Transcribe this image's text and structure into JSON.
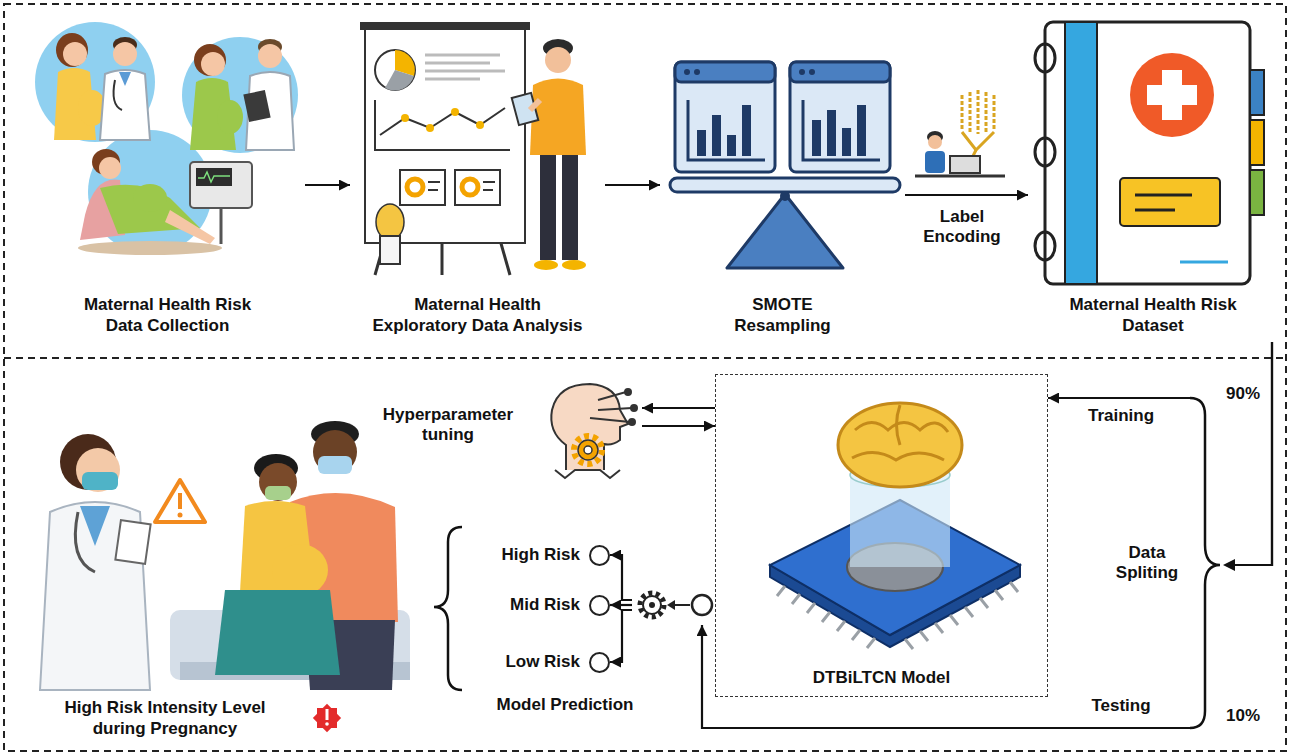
{
  "diagram": {
    "nodes": [
      {
        "text": [
          "Maternal Health Risk Data Collection"
        ]
      },
      {
        "text": [
          "Maternal Health Exploratory Data Analysis"
        ]
      },
      {
        "text": [
          "SMOTE Resampling"
        ]
      },
      {
        "text": [
          "Maternal Health Risk Dataset"
        ]
      },
      {
        "text": [
          "DTBiLTCN Model"
        ]
      },
      {
        "text": [
          "Hyperparameter tuning"
        ]
      },
      {
        "text": [
          "Model Prediction"
        ]
      },
      {
        "text": [
          "High Risk"
        ]
      },
      {
        "text": [
          "Mid Risk"
        ]
      },
      {
        "text": [
          "Low Risk"
        ]
      },
      {
        "text": [
          "High Risk Intensity Level during Pregnancy"
        ]
      }
    ],
    "edges": [
      {
        "from": 0,
        "to": 1,
        "arrow": "to"
      },
      {
        "from": 1,
        "to": 2,
        "arrow": "to"
      },
      {
        "from": 2,
        "to": 3,
        "arrow": "to",
        "label": "Label Encoding"
      },
      {
        "from": 3,
        "to": 4,
        "arrow": "to",
        "label": "Training"
      },
      {
        "from": 3,
        "to": 6,
        "arrow": "to",
        "label": "Testing"
      },
      {
        "from": 4,
        "to": 5,
        "arrow": "to"
      },
      {
        "from": 5,
        "to": 4,
        "arrow": "to"
      },
      {
        "from": 6,
        "to": 7,
        "arrow": "to"
      },
      {
        "from": 6,
        "to": 8,
        "arrow": "to"
      },
      {
        "from": 6,
        "to": 9,
        "arrow": "to"
      }
    ],
    "labels": [
      "Data Spliting",
      "90%",
      "10%"
    ]
  }
}
